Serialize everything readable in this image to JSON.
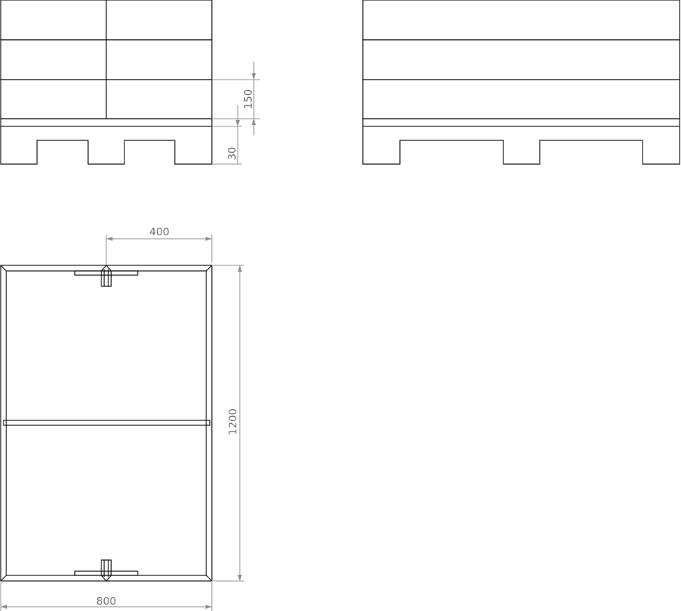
{
  "dimensions": {
    "side_block_height": "150",
    "side_base_height": "30",
    "top_offset": "400",
    "plan_length": "1200",
    "plan_width": "800"
  }
}
